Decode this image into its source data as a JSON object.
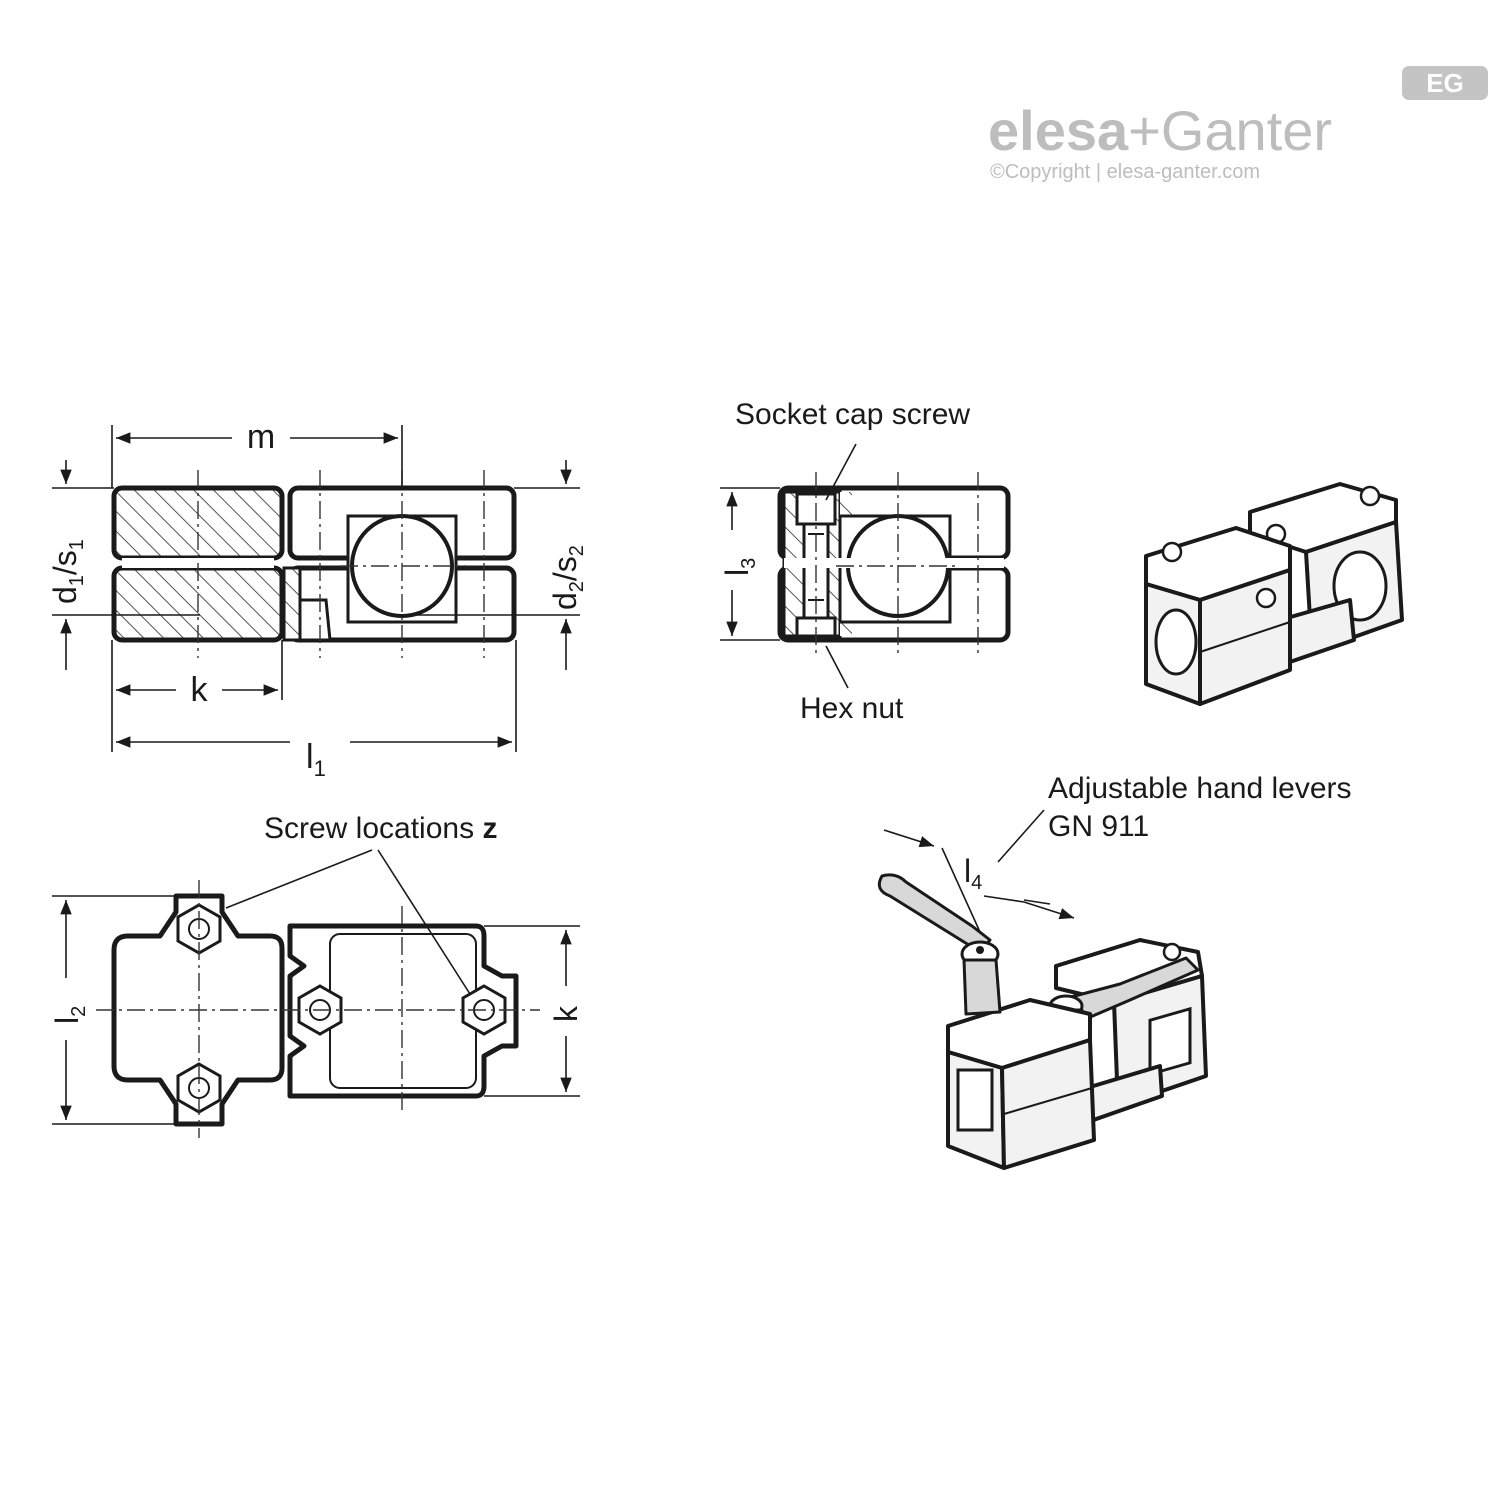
{
  "logo": {
    "brand_left": "elesa",
    "brand_plus": "+",
    "brand_right": "Ganter",
    "badge": "EG",
    "copyright": "©Copyright | elesa-ganter.com"
  },
  "front_view": {
    "dim_m": "m",
    "dim_k": "k",
    "dim_l": "l",
    "dim_l_sub": "1",
    "dim_left": "d",
    "dim_left_sub1": "1",
    "dim_left_mid": "/s",
    "dim_left_sub2": "1",
    "dim_right": "d",
    "dim_right_sub1": "2",
    "dim_right_mid": "/s",
    "dim_right_sub2": "2"
  },
  "section_view": {
    "socket_label": "Socket cap screw",
    "hex_label": "Hex nut",
    "dim_l": "l",
    "dim_l_sub": "3"
  },
  "top_view": {
    "screw_label": "Screw locations ",
    "screw_label_bold": "z",
    "dim_l": "l",
    "dim_l_sub": "2",
    "dim_k": "k"
  },
  "lever_view": {
    "label_line1": "Adjustable hand levers",
    "label_line2": "GN 911",
    "dim_l": "l",
    "dim_l_sub": "4"
  },
  "colors": {
    "logo_gray": "#bdbdbd",
    "line": "#1a1a1a"
  }
}
